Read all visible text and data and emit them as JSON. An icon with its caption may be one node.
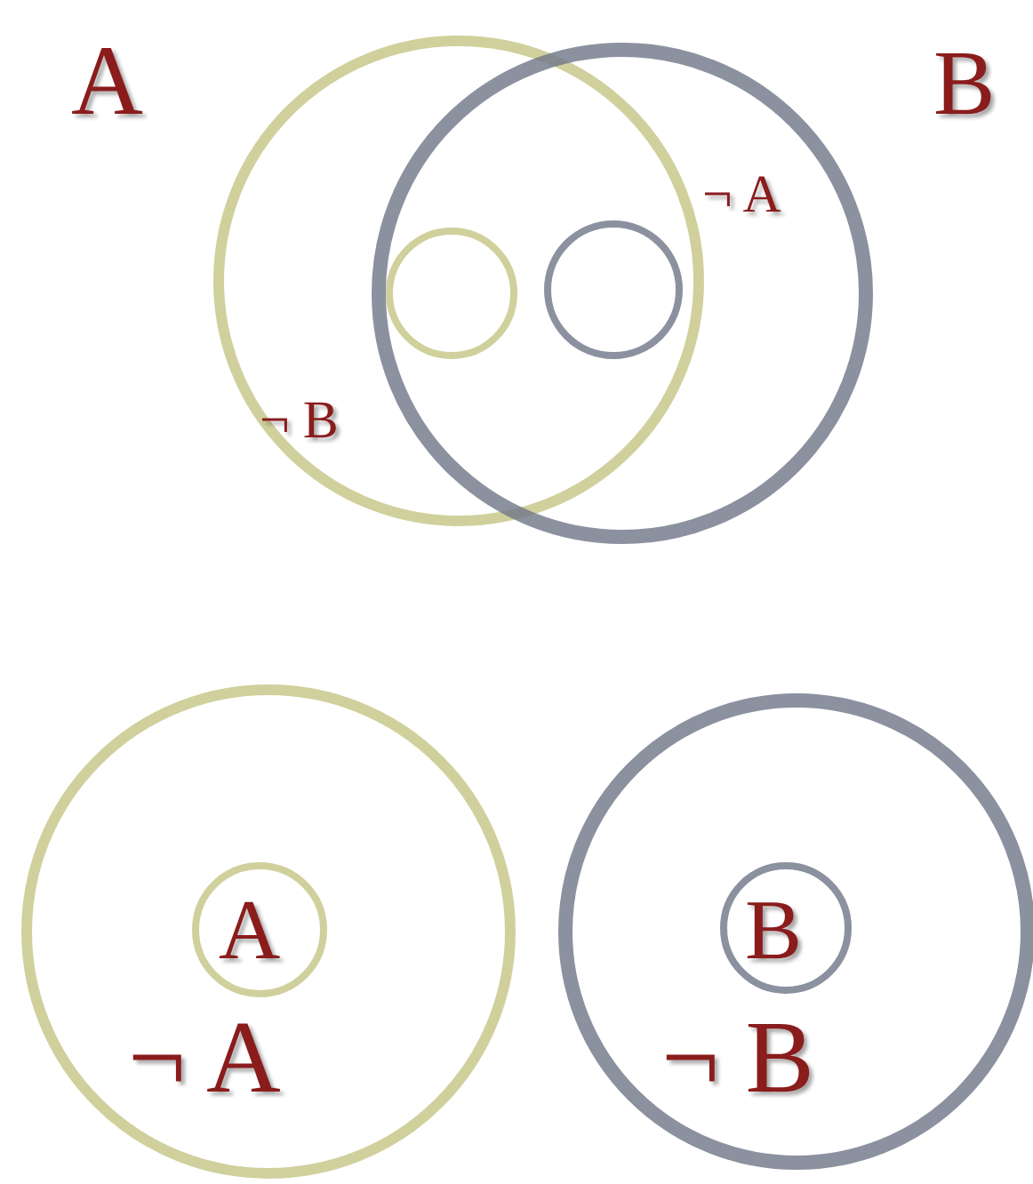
{
  "diagram": {
    "nodes": [
      {
        "text": [
          "¬ B"
        ],
        "beside": [
          "A"
        ]
      },
      {
        "text": [
          "¬ A"
        ],
        "beside": [
          "B"
        ]
      },
      {
        "text": [],
        "shape": "circle"
      },
      {
        "text": [],
        "shape": "circle"
      },
      {
        "text": [
          "¬ A"
        ]
      },
      {
        "text": [
          "A"
        ],
        "in": 4
      },
      {
        "text": [
          "¬ B"
        ]
      },
      {
        "text": [
          "B"
        ],
        "in": 6
      }
    ]
  }
}
